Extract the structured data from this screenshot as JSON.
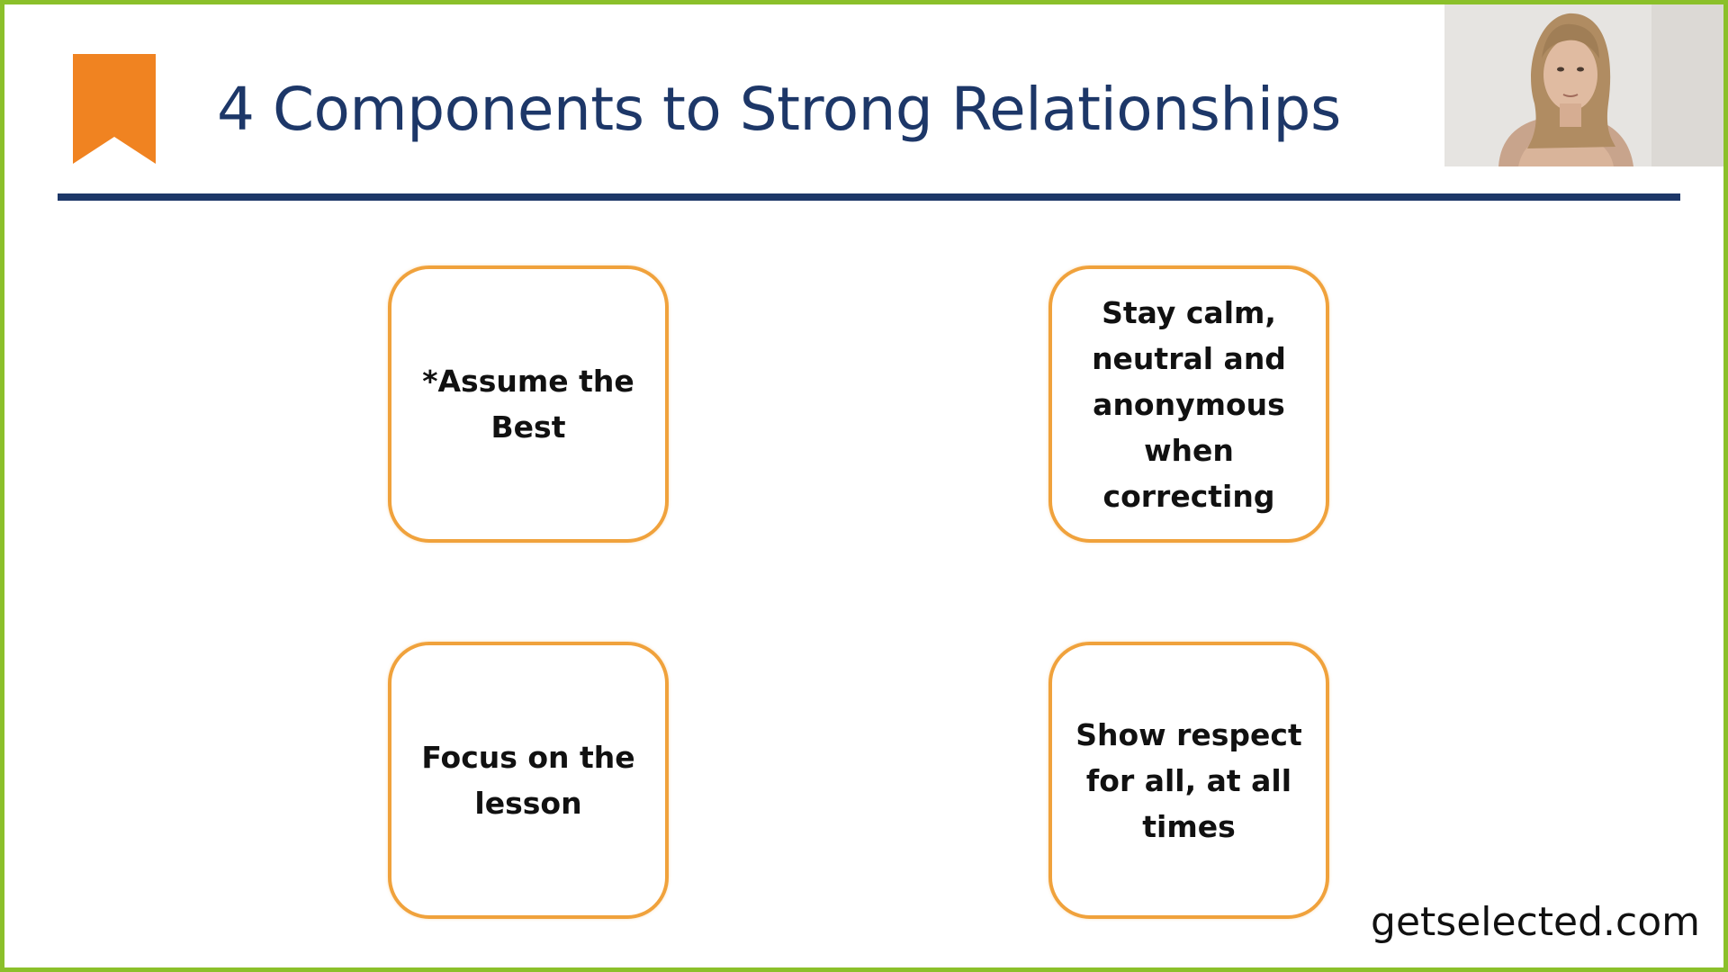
{
  "slide": {
    "title": "4 Components to Strong Relationships",
    "bookmark_icon": "bookmark-icon",
    "accent_color": "#f08321",
    "title_color": "#1d3768",
    "border_color": "#8bc02a",
    "card_border_color": "#f0a23c",
    "cards": [
      {
        "text": "*Assume the Best"
      },
      {
        "text": "Stay calm, neutral and anonymous when correcting"
      },
      {
        "text": "Focus on the lesson"
      },
      {
        "text": "Show respect for all, at all times"
      }
    ],
    "footer_url": "getselected.com"
  }
}
